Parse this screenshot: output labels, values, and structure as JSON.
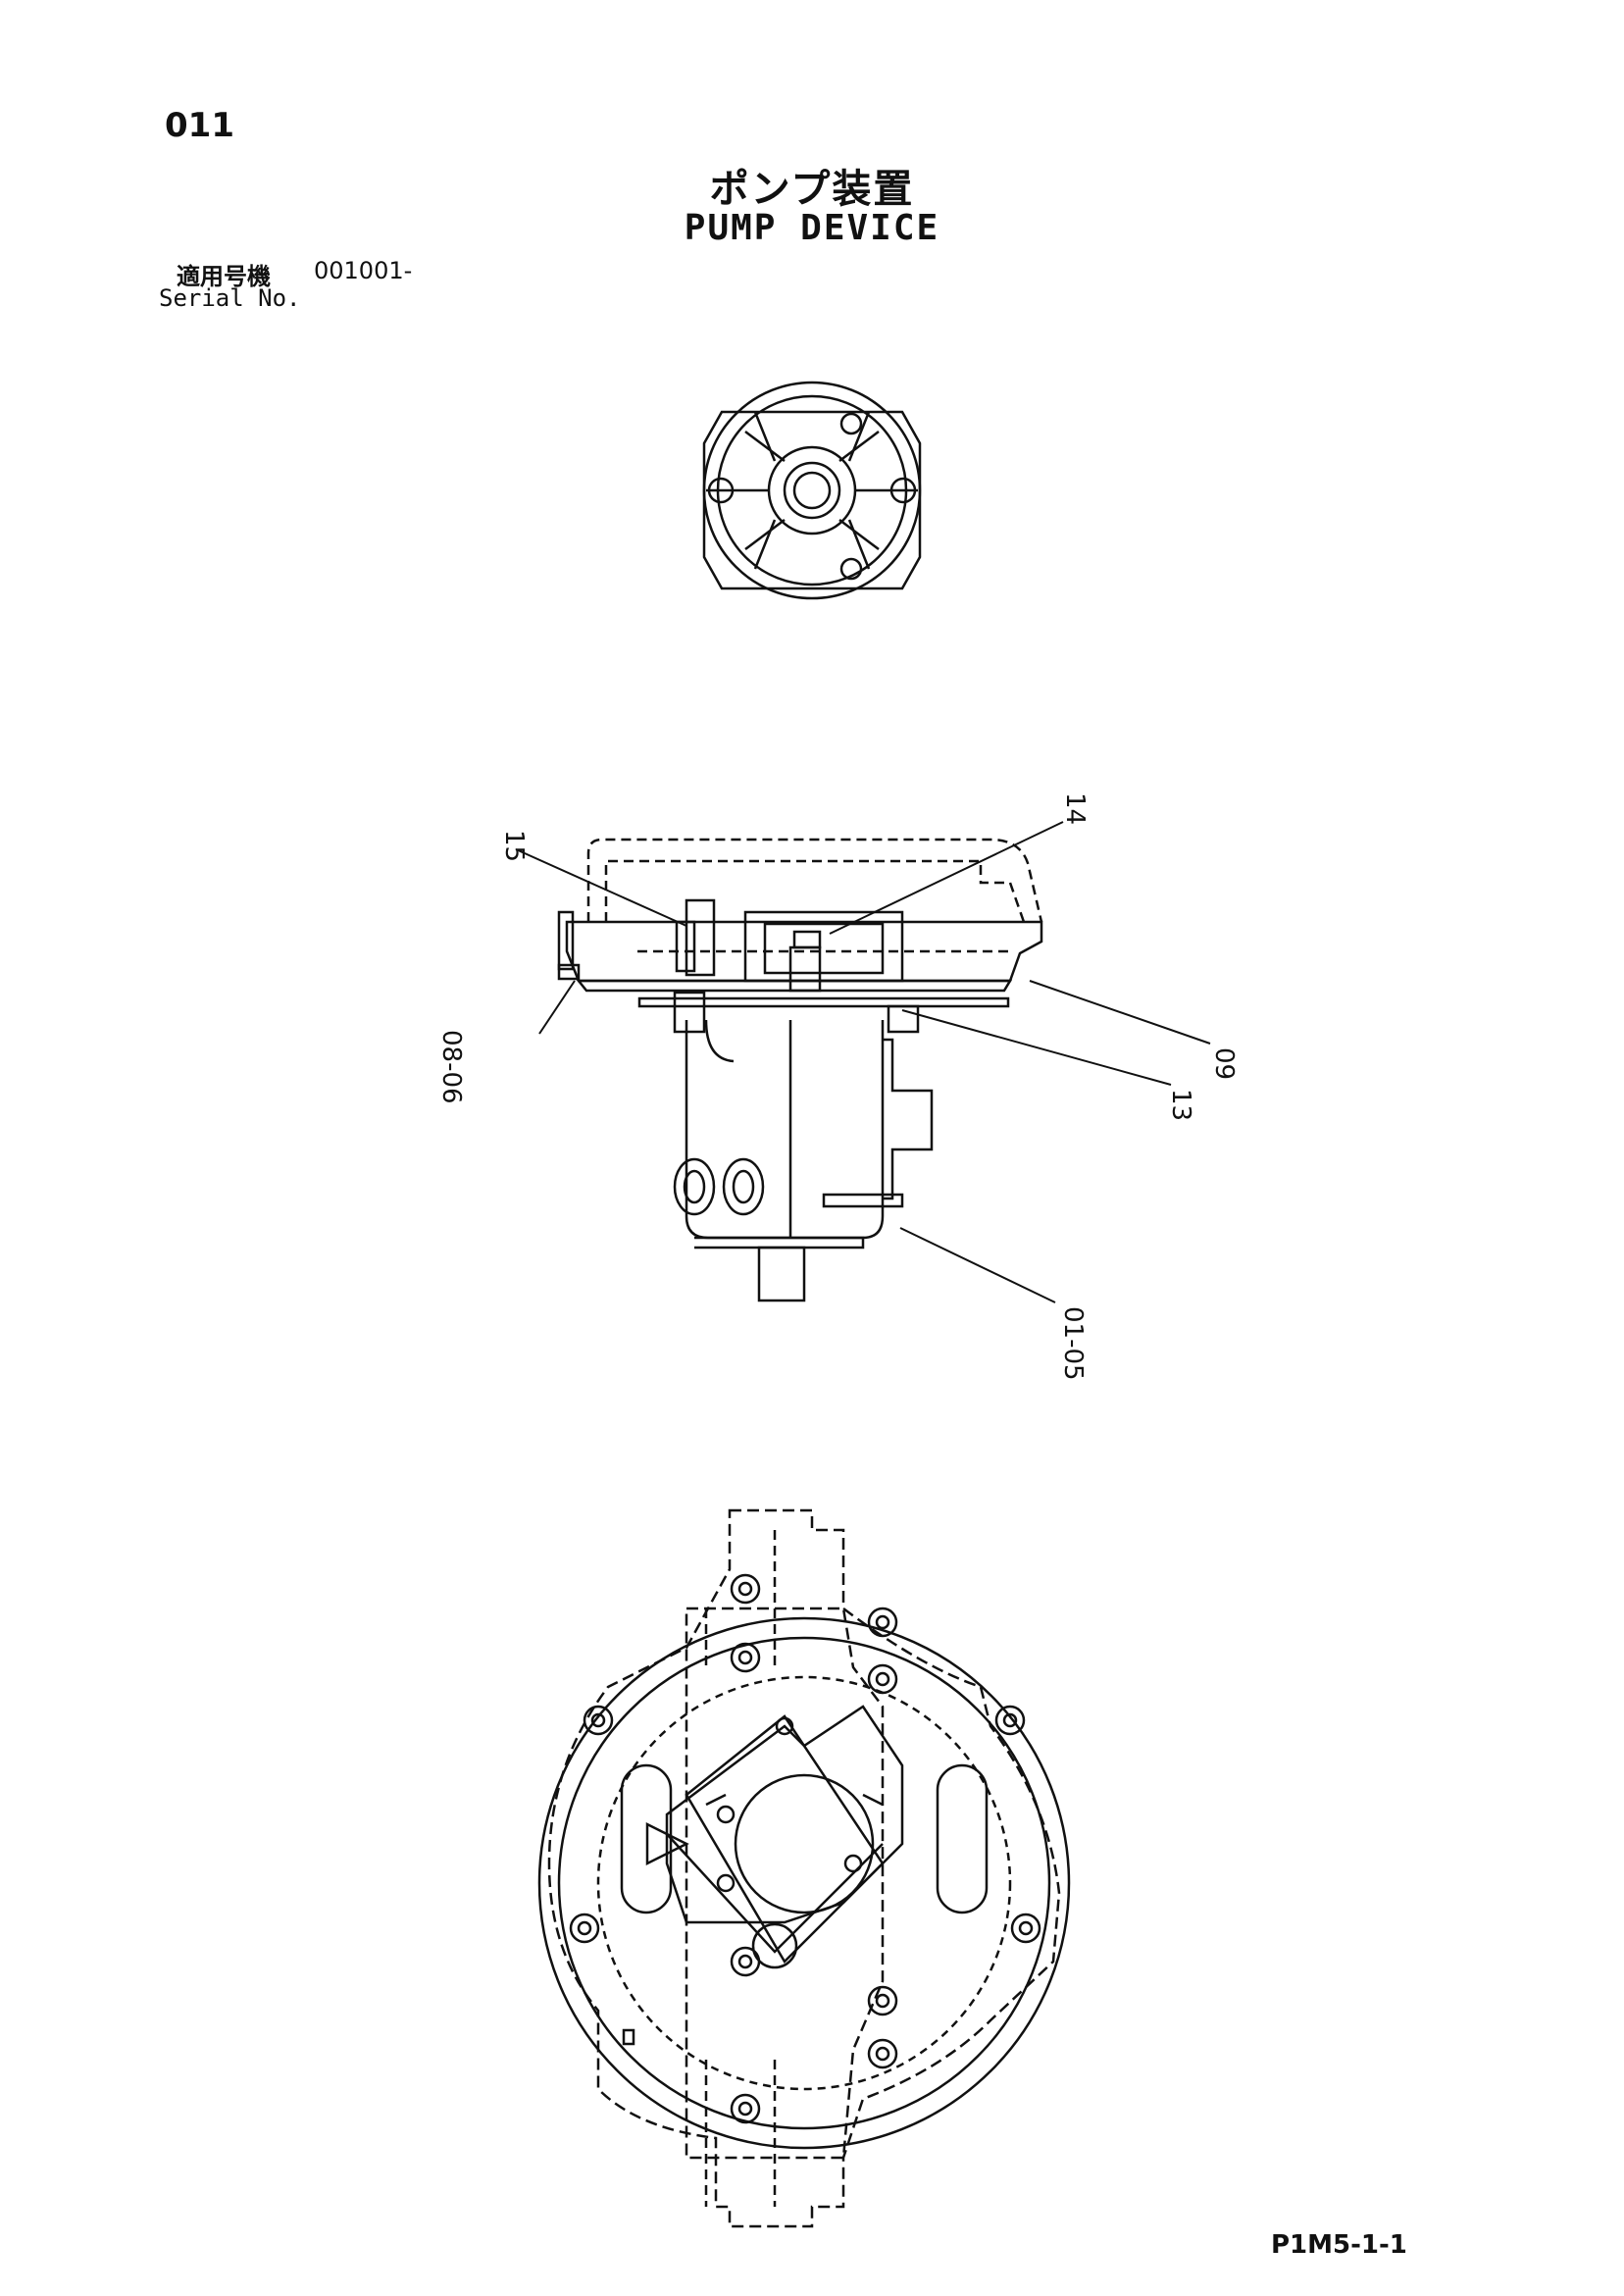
{
  "page": {
    "number": "011",
    "sheet_code": "P1M5-1-1"
  },
  "title": {
    "japanese": "ポンプ装置",
    "english": "PUMP DEVICE"
  },
  "serial": {
    "label_ja": "適用号機",
    "label_en": "Serial No.",
    "value": "001001-"
  },
  "callouts": {
    "c15": "15",
    "c14": "14",
    "c08_06": "08-06",
    "c09": "09",
    "c13": "13",
    "c01_05": "01-05"
  }
}
